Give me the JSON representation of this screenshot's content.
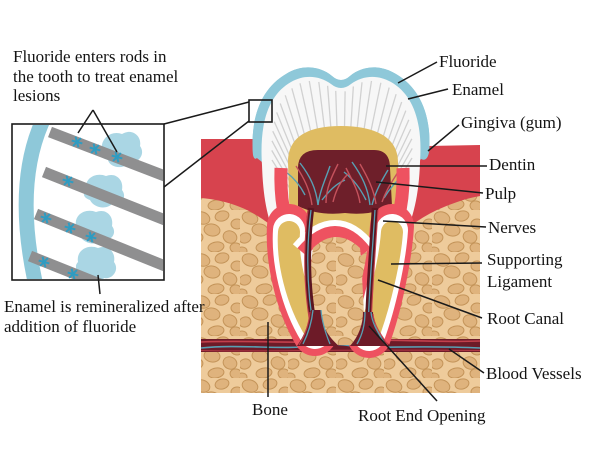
{
  "inset": {
    "caption_top": "Fluoride enters rods in the tooth to treat enamel lesions",
    "caption_bottom": "Enamel is remineralized after addition of fluoride"
  },
  "diagram": {
    "labels": {
      "fluoride": "Fluoride",
      "enamel": "Enamel",
      "gingiva": "Gingiva (gum)",
      "dentin": "Dentin",
      "pulp": "Pulp",
      "nerves": "Nerves",
      "supporting_ligament": "Supporting Ligament",
      "root_canal": "Root Canal",
      "blood_vessels": "Blood Vessels",
      "bone": "Bone",
      "root_end_opening": "Root End Opening"
    }
  },
  "colors": {
    "fluoride_blue": "#8ec8d9",
    "lesion_blue": "#aad6e4",
    "fluoride_star_blue": "#2f9cc2",
    "enamel_rod_gray": "#8f8f90",
    "enamel_white": "#f7f7f7",
    "gum_red": "#d7434e",
    "ligament_red": "#ee5260",
    "dentin_yellow": "#dfbc62",
    "pulp_maroon": "#6e1f2a",
    "nerve_teal": "#58a0b4",
    "vessel_red": "#c2404c",
    "bone_tan": "#eecb9b",
    "bone_cobble_tan": "#dfb37d",
    "vessel_band_maroon": "#6d1b28"
  }
}
